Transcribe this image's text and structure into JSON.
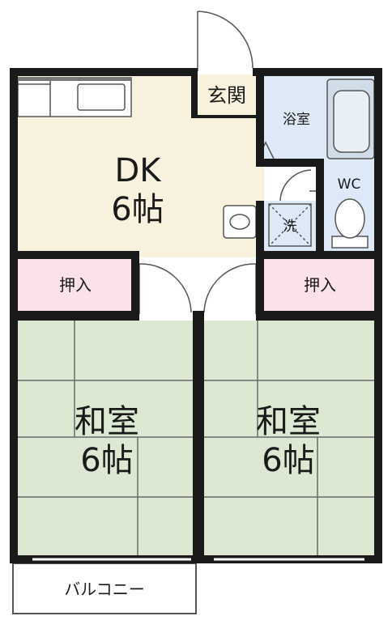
{
  "colors": {
    "dk_floor": "#f8f1dd",
    "tatami": "#dde8d2",
    "closet": "#fbe2ea",
    "wet_area": "#dde9f7",
    "wall": "#1a1a1a",
    "fixture": "#d0dde8"
  },
  "rooms": {
    "dk": {
      "name": "DK",
      "size": "6帖"
    },
    "washitsu_left": {
      "name": "和室",
      "size": "6帖"
    },
    "washitsu_right": {
      "name": "和室",
      "size": "6帖"
    },
    "oshiire_left": "押入",
    "oshiire_right": "押入",
    "genkan": "玄関",
    "bath": "浴室",
    "wc": "WC",
    "laundry": "洗",
    "balcony": "バルコニー"
  }
}
